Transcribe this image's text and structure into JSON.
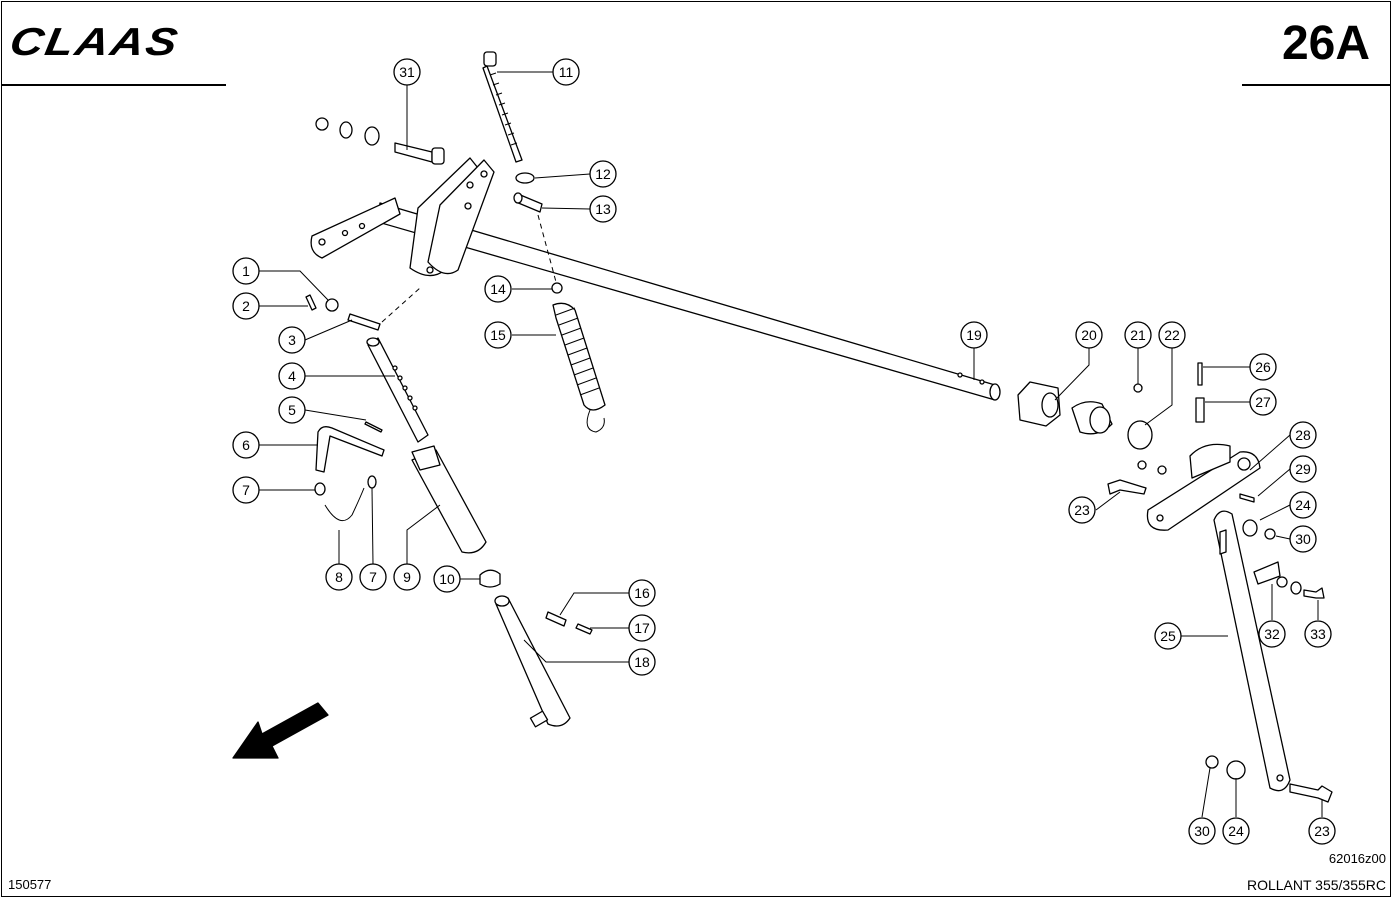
{
  "header": {
    "brand": "CLAAS",
    "page_number": "26A"
  },
  "footer": {
    "document_number": "150577",
    "drawing_number": "62016z00",
    "model": "ROLLANT 355/355RC"
  },
  "callouts": [
    {
      "label": "31",
      "part": "bolt"
    },
    {
      "label": "11",
      "part": "adjusting-screw"
    },
    {
      "label": "12",
      "part": "washer"
    },
    {
      "label": "13",
      "part": "sleeve"
    },
    {
      "label": "1",
      "part": "nut"
    },
    {
      "label": "2",
      "part": "cotter-pin"
    },
    {
      "label": "3",
      "part": "pin"
    },
    {
      "label": "14",
      "part": "nut"
    },
    {
      "label": "15",
      "part": "tension-spring"
    },
    {
      "label": "4",
      "part": "adjusting-tube"
    },
    {
      "label": "5",
      "part": "pin"
    },
    {
      "label": "6",
      "part": "lever"
    },
    {
      "label": "7",
      "part": "ring"
    },
    {
      "label": "8",
      "part": "chain"
    },
    {
      "label": "7",
      "part": "ring"
    },
    {
      "label": "9",
      "part": "tube"
    },
    {
      "label": "10",
      "part": "cap"
    },
    {
      "label": "16",
      "part": "pin"
    },
    {
      "label": "17",
      "part": "pin"
    },
    {
      "label": "18",
      "part": "rod"
    },
    {
      "label": "19",
      "part": "shaft"
    },
    {
      "label": "20",
      "part": "bearing"
    },
    {
      "label": "21",
      "part": "grease-nipple"
    },
    {
      "label": "22",
      "part": "collar"
    },
    {
      "label": "26",
      "part": "pin"
    },
    {
      "label": "27",
      "part": "pin"
    },
    {
      "label": "28",
      "part": "arm"
    },
    {
      "label": "29",
      "part": "bolt"
    },
    {
      "label": "23",
      "part": "bolt"
    },
    {
      "label": "24",
      "part": "washer"
    },
    {
      "label": "30",
      "part": "nut"
    },
    {
      "label": "32",
      "part": "bracket"
    },
    {
      "label": "33",
      "part": "bolt"
    },
    {
      "label": "25",
      "part": "link-bar"
    },
    {
      "label": "30",
      "part": "nut"
    },
    {
      "label": "24",
      "part": "washer"
    },
    {
      "label": "23",
      "part": "bolt"
    }
  ]
}
